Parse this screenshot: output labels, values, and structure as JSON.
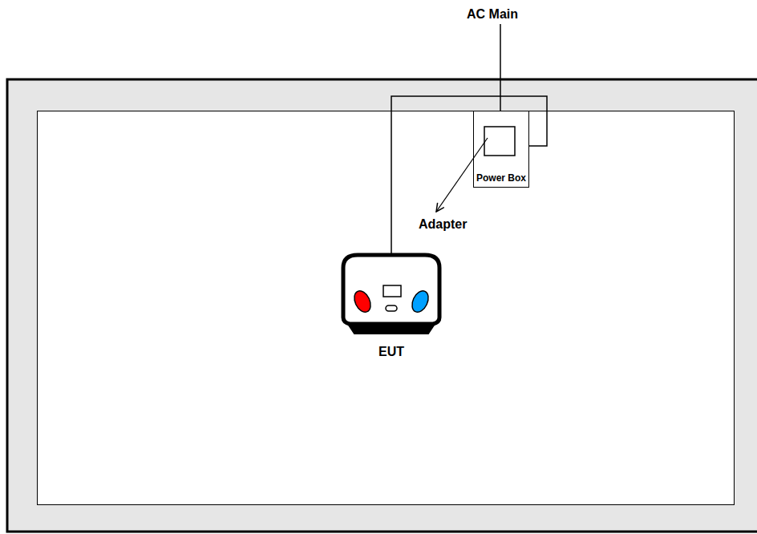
{
  "diagram": {
    "nodes": [
      {
        "text": [
          "Power Box"
        ]
      },
      {
        "text": [
          "EUT"
        ]
      }
    ],
    "edges": [
      {
        "from": 1,
        "to": 0,
        "arrow": "none"
      }
    ],
    "labels": [
      "AC Main",
      "Adapter"
    ]
  }
}
